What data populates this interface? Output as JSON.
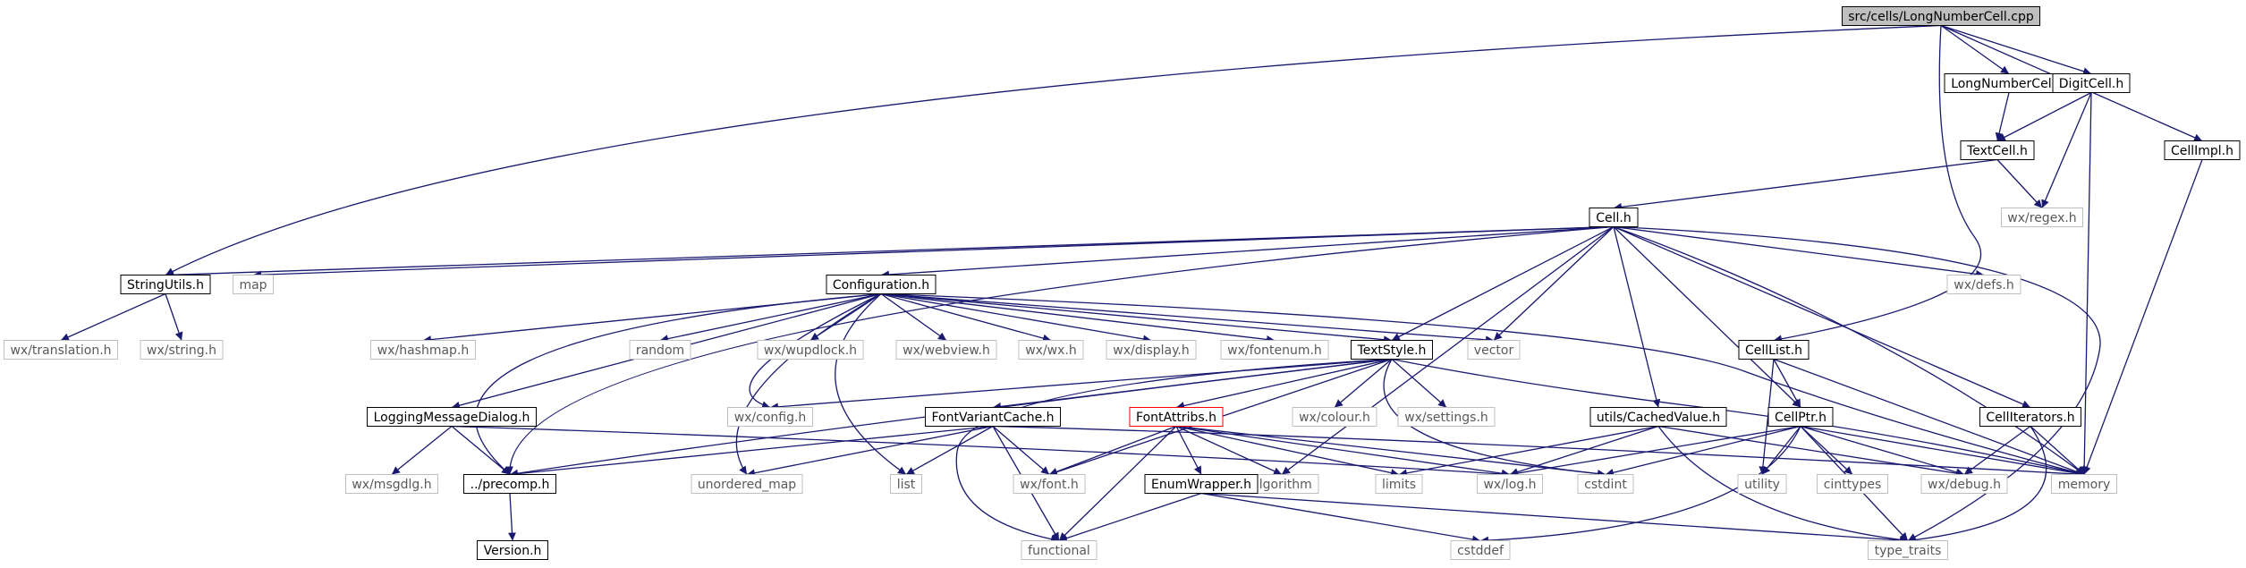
{
  "colors": {
    "edge": "#191970",
    "box_border_internal": "#000000",
    "box_border_external": "#bfbfbf",
    "box_border_undocumented": "#ff0000",
    "root_fill": "#bfbfbf",
    "text_internal": "#000000",
    "text_external": "#595959"
  },
  "graph": {
    "nodes": [
      {
        "id": "root",
        "label": "src/cells/LongNumberCell.cpp",
        "kind": "root"
      },
      {
        "id": "longnumbercell_h",
        "label": "LongNumberCell.h",
        "kind": "internal"
      },
      {
        "id": "digitcell_h",
        "label": "DigitCell.h",
        "kind": "internal"
      },
      {
        "id": "cellimpl_h",
        "label": "CellImpl.h",
        "kind": "internal"
      },
      {
        "id": "textcell_h",
        "label": "TextCell.h",
        "kind": "internal"
      },
      {
        "id": "wx_regex_h",
        "label": "wx/regex.h",
        "kind": "external"
      },
      {
        "id": "cell_h",
        "label": "Cell.h",
        "kind": "internal"
      },
      {
        "id": "stringutils_h",
        "label": "StringUtils.h",
        "kind": "internal"
      },
      {
        "id": "map",
        "label": "map",
        "kind": "external"
      },
      {
        "id": "configuration_h",
        "label": "Configuration.h",
        "kind": "internal"
      },
      {
        "id": "wx_defs_h",
        "label": "wx/defs.h",
        "kind": "external"
      },
      {
        "id": "wx_translation_h",
        "label": "wx/translation.h",
        "kind": "external"
      },
      {
        "id": "wx_string_h",
        "label": "wx/string.h",
        "kind": "external"
      },
      {
        "id": "wx_hashmap_h",
        "label": "wx/hashmap.h",
        "kind": "external"
      },
      {
        "id": "random",
        "label": "random",
        "kind": "external"
      },
      {
        "id": "wx_wupdlock_h",
        "label": "wx/wupdlock.h",
        "kind": "external"
      },
      {
        "id": "wx_webview_h",
        "label": "wx/webview.h",
        "kind": "external"
      },
      {
        "id": "wx_wx_h",
        "label": "wx/wx.h",
        "kind": "external"
      },
      {
        "id": "wx_display_h",
        "label": "wx/display.h",
        "kind": "external"
      },
      {
        "id": "wx_fontenum_h",
        "label": "wx/fontenum.h",
        "kind": "external"
      },
      {
        "id": "textstyle_h",
        "label": "TextStyle.h",
        "kind": "internal"
      },
      {
        "id": "vector",
        "label": "vector",
        "kind": "external"
      },
      {
        "id": "celllist_h",
        "label": "CellList.h",
        "kind": "internal"
      },
      {
        "id": "loggingmessagedialog_h",
        "label": "LoggingMessageDialog.h",
        "kind": "internal"
      },
      {
        "id": "wx_config_h",
        "label": "wx/config.h",
        "kind": "external"
      },
      {
        "id": "fontvariantcache_h",
        "label": "FontVariantCache.h",
        "kind": "internal"
      },
      {
        "id": "fontattribs_h",
        "label": "FontAttribs.h",
        "kind": "undocumented"
      },
      {
        "id": "wx_colour_h",
        "label": "wx/colour.h",
        "kind": "external"
      },
      {
        "id": "wx_settings_h",
        "label": "wx/settings.h",
        "kind": "external"
      },
      {
        "id": "utils_cachedvalue_h",
        "label": "utils/CachedValue.h",
        "kind": "internal"
      },
      {
        "id": "cellptr_h",
        "label": "CellPtr.h",
        "kind": "internal"
      },
      {
        "id": "celliterators_h",
        "label": "CellIterators.h",
        "kind": "internal"
      },
      {
        "id": "wx_msgdlg_h",
        "label": "wx/msgdlg.h",
        "kind": "external"
      },
      {
        "id": "precomp_h",
        "label": "../precomp.h",
        "kind": "internal"
      },
      {
        "id": "unordered_map",
        "label": "unordered_map",
        "kind": "external"
      },
      {
        "id": "list",
        "label": "list",
        "kind": "external"
      },
      {
        "id": "wx_font_h",
        "label": "wx/font.h",
        "kind": "external"
      },
      {
        "id": "algorithm",
        "label": "algorithm",
        "kind": "external"
      },
      {
        "id": "limits",
        "label": "limits",
        "kind": "external"
      },
      {
        "id": "wx_log_h",
        "label": "wx/log.h",
        "kind": "external"
      },
      {
        "id": "cstdint",
        "label": "cstdint",
        "kind": "external"
      },
      {
        "id": "utility",
        "label": "utility",
        "kind": "external"
      },
      {
        "id": "cinttypes",
        "label": "cinttypes",
        "kind": "external"
      },
      {
        "id": "wx_debug_h",
        "label": "wx/debug.h",
        "kind": "external"
      },
      {
        "id": "memory",
        "label": "memory",
        "kind": "external"
      },
      {
        "id": "enumwrapper_h",
        "label": "EnumWrapper.h",
        "kind": "internal"
      },
      {
        "id": "version_h",
        "label": "Version.h",
        "kind": "internal"
      },
      {
        "id": "functional",
        "label": "functional",
        "kind": "external"
      },
      {
        "id": "cstddef",
        "label": "cstddef",
        "kind": "external"
      },
      {
        "id": "type_traits",
        "label": "type_traits",
        "kind": "external"
      }
    ],
    "edges": [
      [
        "root",
        "longnumbercell_h"
      ],
      [
        "root",
        "digitcell_h"
      ],
      [
        "root",
        "cellimpl_h"
      ],
      [
        "root",
        "stringutils_h"
      ],
      [
        "root",
        "celllist_h"
      ],
      [
        "longnumbercell_h",
        "textcell_h"
      ],
      [
        "digitcell_h",
        "textcell_h"
      ],
      [
        "digitcell_h",
        "wx_regex_h"
      ],
      [
        "digitcell_h",
        "memory"
      ],
      [
        "cellimpl_h",
        "memory"
      ],
      [
        "textcell_h",
        "cell_h"
      ],
      [
        "textcell_h",
        "wx_regex_h"
      ],
      [
        "cell_h",
        "stringutils_h"
      ],
      [
        "cell_h",
        "map"
      ],
      [
        "cell_h",
        "configuration_h"
      ],
      [
        "cell_h",
        "wx_defs_h"
      ],
      [
        "cell_h",
        "textstyle_h"
      ],
      [
        "cell_h",
        "vector"
      ],
      [
        "cell_h",
        "utils_cachedvalue_h"
      ],
      [
        "cell_h",
        "cellptr_h"
      ],
      [
        "cell_h",
        "celliterators_h"
      ],
      [
        "cell_h",
        "algorithm"
      ],
      [
        "cell_h",
        "memory"
      ],
      [
        "cell_h",
        "type_traits"
      ],
      [
        "cell_h",
        "precomp_h"
      ],
      [
        "stringutils_h",
        "wx_translation_h"
      ],
      [
        "stringutils_h",
        "wx_string_h"
      ],
      [
        "configuration_h",
        "wx_hashmap_h"
      ],
      [
        "configuration_h",
        "random"
      ],
      [
        "configuration_h",
        "wx_wupdlock_h"
      ],
      [
        "configuration_h",
        "wx_webview_h"
      ],
      [
        "configuration_h",
        "wx_wx_h"
      ],
      [
        "configuration_h",
        "wx_display_h"
      ],
      [
        "configuration_h",
        "wx_fontenum_h"
      ],
      [
        "configuration_h",
        "textstyle_h"
      ],
      [
        "configuration_h",
        "vector"
      ],
      [
        "configuration_h",
        "loggingmessagedialog_h"
      ],
      [
        "configuration_h",
        "wx_config_h"
      ],
      [
        "configuration_h",
        "precomp_h"
      ],
      [
        "configuration_h",
        "unordered_map"
      ],
      [
        "configuration_h",
        "list"
      ],
      [
        "configuration_h",
        "memory"
      ],
      [
        "textstyle_h",
        "wx_config_h"
      ],
      [
        "textstyle_h",
        "fontvariantcache_h"
      ],
      [
        "textstyle_h",
        "fontattribs_h"
      ],
      [
        "textstyle_h",
        "wx_colour_h"
      ],
      [
        "textstyle_h",
        "wx_settings_h"
      ],
      [
        "textstyle_h",
        "functional"
      ],
      [
        "textstyle_h",
        "wx_font_h"
      ],
      [
        "textstyle_h",
        "precomp_h"
      ],
      [
        "textstyle_h",
        "cstdint"
      ],
      [
        "textstyle_h",
        "memory"
      ],
      [
        "celllist_h",
        "cellptr_h"
      ],
      [
        "celllist_h",
        "utility"
      ],
      [
        "celllist_h",
        "memory"
      ],
      [
        "loggingmessagedialog_h",
        "wx_msgdlg_h"
      ],
      [
        "loggingmessagedialog_h",
        "precomp_h"
      ],
      [
        "loggingmessagedialog_h",
        "wx_log_h"
      ],
      [
        "fontvariantcache_h",
        "precomp_h"
      ],
      [
        "fontvariantcache_h",
        "unordered_map"
      ],
      [
        "fontvariantcache_h",
        "list"
      ],
      [
        "fontvariantcache_h",
        "wx_font_h"
      ],
      [
        "fontvariantcache_h",
        "functional"
      ],
      [
        "fontvariantcache_h",
        "memory"
      ],
      [
        "fontattribs_h",
        "wx_font_h"
      ],
      [
        "fontattribs_h",
        "enumwrapper_h"
      ],
      [
        "fontattribs_h",
        "algorithm"
      ],
      [
        "fontattribs_h",
        "functional"
      ],
      [
        "fontattribs_h",
        "limits"
      ],
      [
        "fontattribs_h",
        "cstdint"
      ],
      [
        "fontattribs_h",
        "wx_log_h"
      ],
      [
        "utils_cachedvalue_h",
        "wx_log_h"
      ],
      [
        "utils_cachedvalue_h",
        "limits"
      ],
      [
        "utils_cachedvalue_h",
        "type_traits"
      ],
      [
        "utils_cachedvalue_h",
        "wx_debug_h"
      ],
      [
        "cellptr_h",
        "wx_log_h"
      ],
      [
        "cellptr_h",
        "cstdint"
      ],
      [
        "cellptr_h",
        "utility"
      ],
      [
        "cellptr_h",
        "cinttypes"
      ],
      [
        "cellptr_h",
        "wx_debug_h"
      ],
      [
        "cellptr_h",
        "memory"
      ],
      [
        "cellptr_h",
        "type_traits"
      ],
      [
        "cellptr_h",
        "cstddef"
      ],
      [
        "celliterators_h",
        "wx_debug_h"
      ],
      [
        "celliterators_h",
        "memory"
      ],
      [
        "celliterators_h",
        "type_traits"
      ],
      [
        "precomp_h",
        "version_h"
      ],
      [
        "enumwrapper_h",
        "cstddef"
      ],
      [
        "enumwrapper_h",
        "functional"
      ],
      [
        "enumwrapper_h",
        "type_traits"
      ]
    ]
  }
}
